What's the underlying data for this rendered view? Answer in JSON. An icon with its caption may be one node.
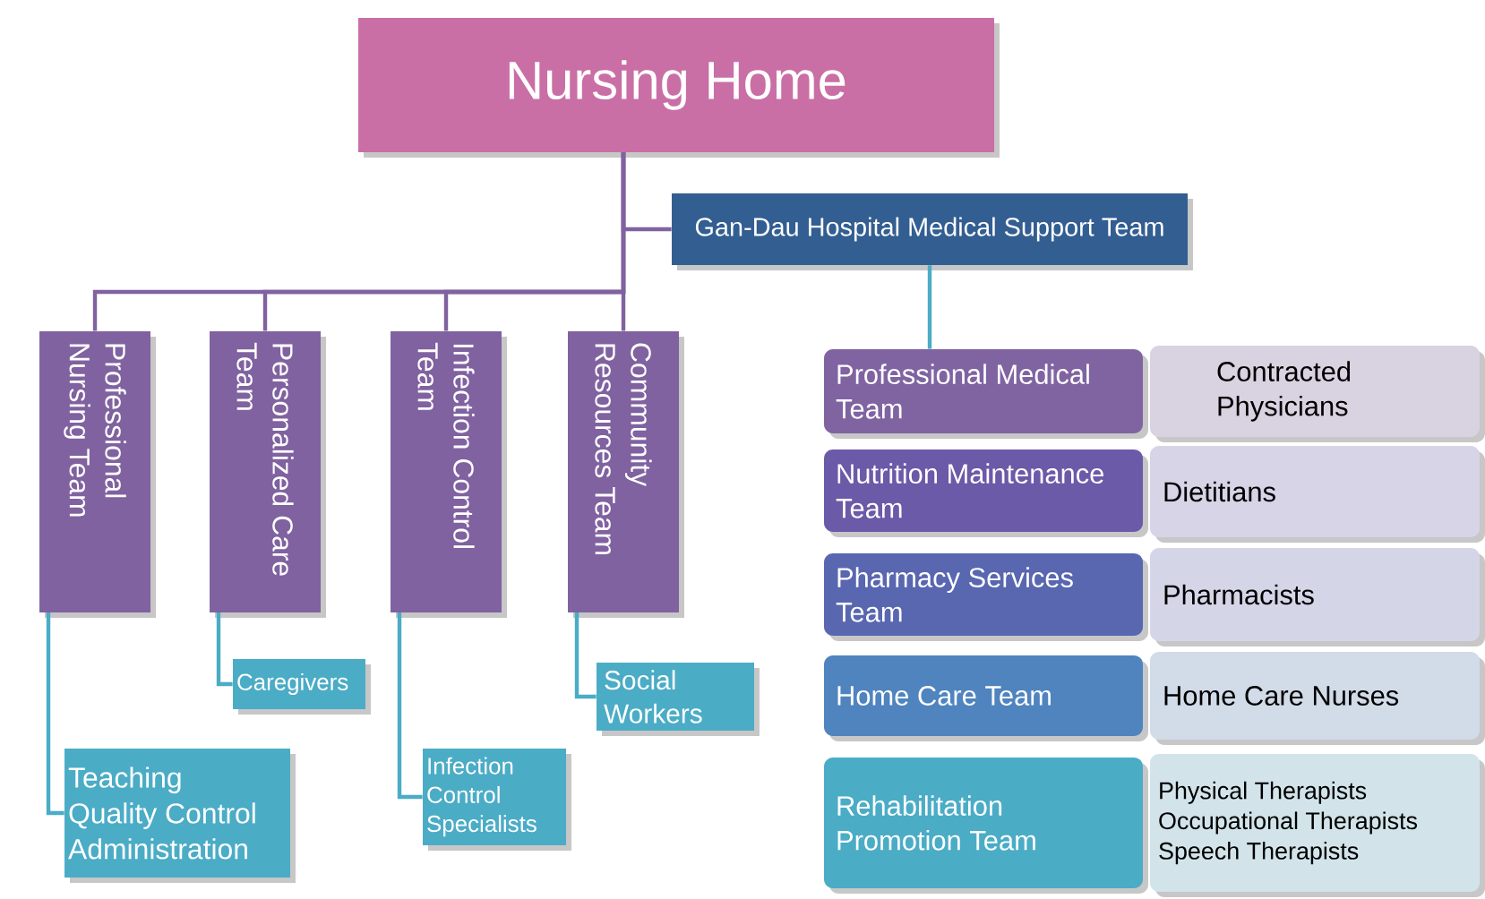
{
  "diagram": {
    "nodes": [
      {
        "text": [
          "Nursing Home"
        ]
      },
      {
        "text": [
          "Gan-Dau Hospital Medical Support Team"
        ]
      },
      {
        "text": [
          "Professional Nursing Team"
        ]
      },
      {
        "text": [
          "Personalized Care Team"
        ]
      },
      {
        "text": [
          "Infection Control Team"
        ]
      },
      {
        "text": [
          "Community Resources Team"
        ]
      },
      {
        "text": [
          "Caregivers"
        ]
      },
      {
        "text": [
          "Social Workers"
        ]
      },
      {
        "text": [
          "Teaching",
          "Quality Control",
          "Administration"
        ]
      },
      {
        "text": [
          "Infection Control Specialists"
        ]
      },
      {
        "text": [
          "Professional Medical Team"
        ]
      },
      {
        "text": [
          "Contracted Physicians"
        ]
      },
      {
        "text": [
          "Nutrition Maintenance Team"
        ]
      },
      {
        "text": [
          "Dietitians"
        ]
      },
      {
        "text": [
          "Pharmacy Services Team"
        ]
      },
      {
        "text": [
          "Pharmacists"
        ]
      },
      {
        "text": [
          "Home Care Team"
        ]
      },
      {
        "text": [
          "Home Care Nurses"
        ]
      },
      {
        "text": [
          "Rehabilitation Promotion Team"
        ]
      },
      {
        "text": [
          "Physical Therapists",
          "Occupational Therapists",
          "Speech Therapists"
        ]
      }
    ],
    "edges": [
      {
        "from": 0,
        "to": 1,
        "arrow": "none"
      },
      {
        "from": 0,
        "to": 2,
        "arrow": "none"
      },
      {
        "from": 0,
        "to": 3,
        "arrow": "none"
      },
      {
        "from": 0,
        "to": 4,
        "arrow": "none"
      },
      {
        "from": 0,
        "to": 5,
        "arrow": "none"
      },
      {
        "from": 2,
        "to": 8,
        "arrow": "none",
        "color": "#4bacc6"
      },
      {
        "from": 3,
        "to": 6,
        "arrow": "none",
        "color": "#4bacc6"
      },
      {
        "from": 4,
        "to": 9,
        "arrow": "none",
        "color": "#4bacc6"
      },
      {
        "from": 5,
        "to": 7,
        "arrow": "none",
        "color": "#4bacc6"
      },
      {
        "from": 1,
        "to": 10,
        "arrow": "none",
        "color": "#4bacc6"
      }
    ]
  }
}
